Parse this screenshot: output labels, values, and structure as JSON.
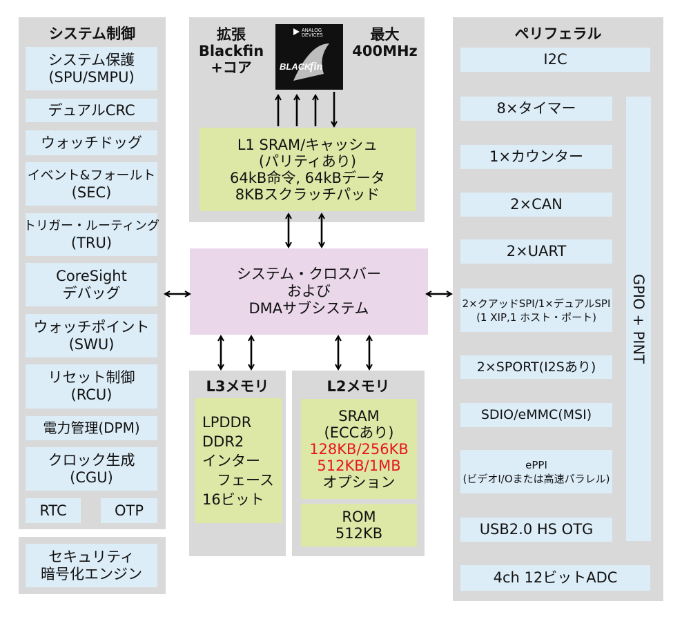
{
  "system_control": {
    "title": "システム制御",
    "items": [
      {
        "lines": [
          "システム保護",
          "(SPU/SMPU)"
        ]
      },
      {
        "lines": [
          "デュアルCRC"
        ]
      },
      {
        "lines": [
          "ウォッチドッグ"
        ]
      },
      {
        "lines": [
          "イベント&フォールト",
          "(SEC)"
        ]
      },
      {
        "lines": [
          "トリガー・ルーティング",
          "(TRU)"
        ]
      },
      {
        "lines": [
          "CoreSight",
          "デバッグ"
        ]
      },
      {
        "lines": [
          "ウォッチポイント",
          "(SWU)"
        ]
      },
      {
        "lines": [
          "リセット制御",
          "(RCU)"
        ]
      },
      {
        "lines": [
          "電力管理(DPM)"
        ]
      },
      {
        "lines": [
          "クロック生成",
          "(CGU)"
        ]
      }
    ],
    "rtc": "RTC",
    "otp": "OTP"
  },
  "security": {
    "lines": [
      "セキュリティ",
      "暗号化エンジン"
    ]
  },
  "core": {
    "left_header": [
      "拡張",
      "Blackfin",
      "+コア"
    ],
    "right_header": [
      "最大",
      "400MHz"
    ],
    "logo_top": "ANALOG DEVICES",
    "logo_mark": "BLACKfin"
  },
  "l1": {
    "lines": [
      "L1 SRAM/キャッシュ",
      "(パリティあり)",
      "64kB命令, 64kBデータ",
      "8KBスクラッチパッド"
    ]
  },
  "crossbar": {
    "lines": [
      "システム・クロスバー",
      "および",
      "DMAサブシステム"
    ]
  },
  "l3": {
    "title": "L3メモリ",
    "lines": [
      "LPDDR",
      "DDR2",
      "インター",
      "　フェース",
      "16ビット"
    ]
  },
  "l2": {
    "title": "L2メモリ",
    "sram_lines": [
      "SRAM",
      "(ECCあり)"
    ],
    "red_lines": [
      "128KB/256KB",
      "512KB/1MB"
    ],
    "option": "オプション",
    "rom_lines": [
      "ROM",
      "512KB"
    ]
  },
  "peripherals": {
    "title": "ペリフェラル",
    "i2c": "I2C",
    "items": [
      {
        "lines": [
          "8×タイマー"
        ],
        "small": false
      },
      {
        "lines": [
          "1×カウンター"
        ],
        "small": false
      },
      {
        "lines": [
          "2×CAN"
        ],
        "small": false
      },
      {
        "lines": [
          "2×UART"
        ],
        "small": false
      },
      {
        "lines": [
          "2×クアッドSPI/1×デュアルSPI",
          "(1 XIP,1 ホスト・ポート)"
        ],
        "small": true
      },
      {
        "lines": [
          "2×SPORT(I2Sあり)"
        ],
        "small": false
      },
      {
        "lines": [
          "SDIO/eMMC(MSI)"
        ],
        "small": false
      },
      {
        "lines": [
          "ePPI",
          "(ビデオI/Oまたは高速パラレル)"
        ],
        "small": true
      },
      {
        "lines": [
          "USB2.0 HS OTG"
        ],
        "small": false
      }
    ],
    "gpio": "GPIO + PINT",
    "adc": "4ch 12ビットADC"
  },
  "colors": {
    "panel": "#d9d9d9",
    "blue_box": "#dcedf8",
    "green_box": "#dde8a6",
    "pink_box": "#ead7ea",
    "highlight": "#e8141e"
  }
}
